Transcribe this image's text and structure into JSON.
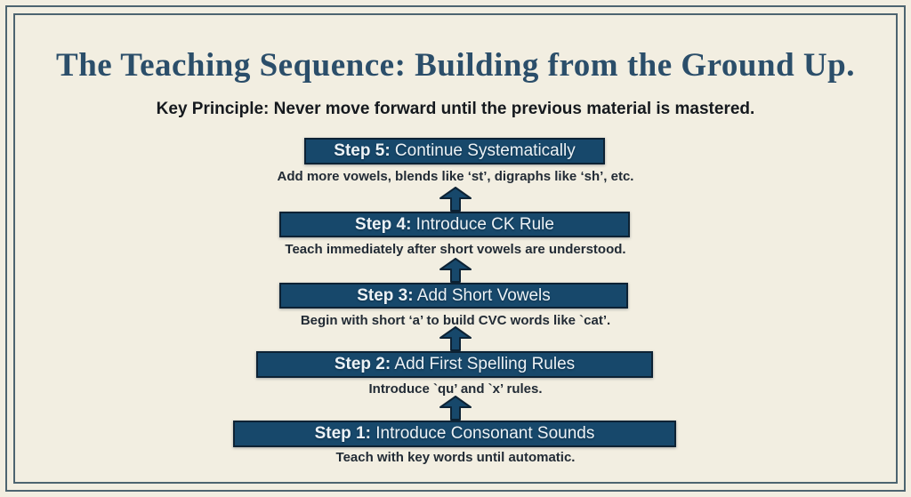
{
  "slide": {
    "title": "The Teaching Sequence: Building from the Ground Up.",
    "key_principle_label": "Key Principle:",
    "key_principle_text": " Never move forward until the previous material is mastered."
  },
  "steps": [
    {
      "label": "Step 5:",
      "title": " Continue Systematically",
      "caption": "Add more vowels, blends like ‘st’, digraphs like ‘sh’, etc."
    },
    {
      "label": "Step 4:",
      "title": " Introduce CK Rule",
      "caption": "Teach immediately after short vowels are understood."
    },
    {
      "label": "Step 3:",
      "title": " Add Short Vowels",
      "caption": "Begin with short ‘a’ to build CVC words like `cat’."
    },
    {
      "label": "Step 2:",
      "title": " Add First Spelling Rules",
      "caption": "Introduce `qu’ and `x’ rules."
    },
    {
      "label": "Step 1:",
      "title": " Introduce Consonant Sounds",
      "caption": "Teach with key words until automatic."
    }
  ],
  "colors": {
    "background": "#f2eee1",
    "frame_border": "#4d6470",
    "bar_fill": "#17486b",
    "bar_border": "#0d2234",
    "bar_text": "#ecf2f6",
    "title_text": "#2b4e6a",
    "body_text": "#15191e",
    "caption_text": "#222b35"
  }
}
